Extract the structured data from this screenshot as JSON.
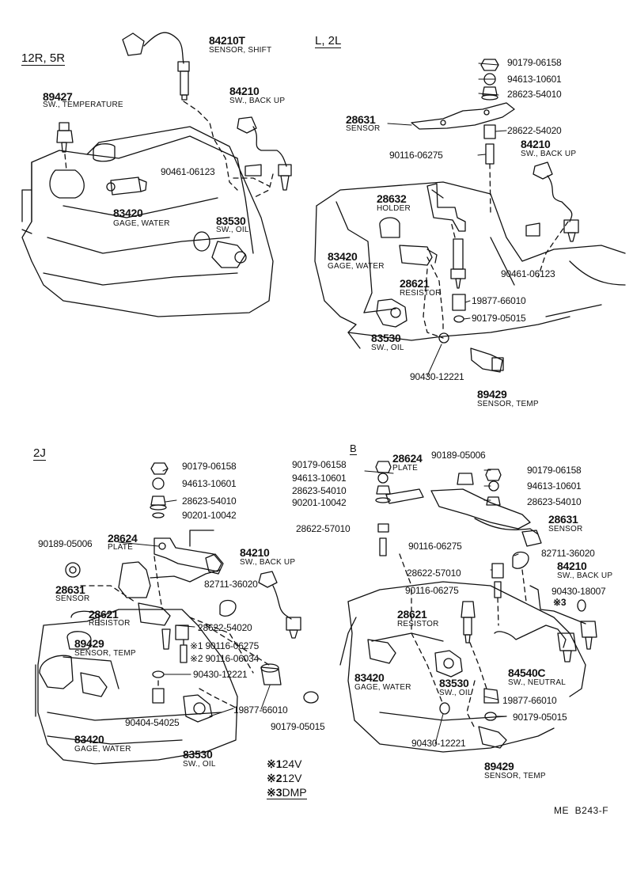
{
  "reference": "ME  B243-F",
  "sections": {
    "s1": "12R, 5R",
    "s2": "L, 2L",
    "s3": "2J",
    "s4": "B"
  },
  "footnotes": [
    {
      "mark": "※1",
      "text": "24V"
    },
    {
      "mark": "※2",
      "text": "12V"
    },
    {
      "mark": "※3",
      "text": "DMP"
    }
  ],
  "callouts": {
    "a_84210T": "84210T",
    "a_sensor_shift": "SENSOR, SHIFT",
    "a_89427": "89427",
    "a_sw_temp": "SW., TEMPERATURE",
    "a_84210": "84210",
    "a_sw_backup": "SW., BACK UP",
    "a_90461": "90461-06123",
    "a_83420": "83420",
    "a_gage_water": "GAGE, WATER",
    "a_83530": "83530",
    "a_sw_oil": "SW., OIL",
    "b_90179_06158": "90179-06158",
    "b_94613_10601": "94613-10601",
    "b_28623_54010": "28623-54010",
    "b_28631": "28631",
    "b_sensor": "SENSOR",
    "b_28622_54020": "28622-54020",
    "b_90116_06275": "90116-06275",
    "b_84210": "84210",
    "b_sw_backup": "SW., BACK UP",
    "b_28632": "28632",
    "b_holder": "HOLDER",
    "b_83420": "83420",
    "b_gage_water": "GAGE, WATER",
    "b_28621": "28621",
    "b_resistor": "RESISTOR",
    "b_90461": "90461-06123",
    "b_19877": "19877-66010",
    "b_90179_05015": "90179-05015",
    "b_83530": "83530",
    "b_sw_oil": "SW., OIL",
    "b_90430": "90430-12221",
    "b_89429": "89429",
    "b_sensor_temp": "SENSOR, TEMP",
    "c_90179_06158": "90179-06158",
    "c_94613_10601": "94613-10601",
    "c_28623_54010": "28623-54010",
    "c_90201_10042": "90201-10042",
    "c_90189_05006": "90189-05006",
    "c_28624": "28624",
    "c_plate": "PLATE",
    "c_84210": "84210",
    "c_sw_backup": "SW., BACK UP",
    "c_28631": "28631",
    "c_sensor": "SENSOR",
    "c_82711": "82711-36020",
    "c_28621": "28621",
    "c_resistor": "RESISTOR",
    "c_28622_54020": "28622-54020",
    "c_89429": "89429",
    "c_sensor_temp": "SENSOR, TEMP",
    "c_90116_06275": "※1 90116-06275",
    "c_90116_06034": "※2 90116-06034",
    "c_90430": "90430-12221",
    "c_19877": "19877-66010",
    "c_90404": "90404-54025",
    "c_90179_05015": "90179-05015",
    "c_83420": "83420",
    "c_gage_water": "GAGE, WATER",
    "c_83530": "83530",
    "c_sw_oil": "SW., OIL",
    "d_90179_06158": "90179-06158",
    "d_28624": "28624",
    "d_plate": "PLATE",
    "d_90189_05006": "90189-05006",
    "d_90179_06158r": "90179-06158",
    "d_94613_10601": "94613-10601",
    "d_94613_10601r": "94613-10601",
    "d_28623_54010": "28623-54010",
    "d_28623_54010r": "28623-54010",
    "d_90201_10042": "90201-10042",
    "d_28631": "28631",
    "d_sensor": "SENSOR",
    "d_28622_57010": "28622-57010",
    "d_90116_06275": "90116-06275",
    "d_82711": "82711-36020",
    "d_28622_57010b": "28622-57010",
    "d_84210": "84210",
    "d_sw_backup": "SW., BACK UP",
    "d_90116_06275b": "90116-06275",
    "d_90430_18007": "90430-18007",
    "d_mark3": "※3",
    "d_28621": "28621",
    "d_resistor": "RESISTOR",
    "d_84540C": "84540C",
    "d_sw_neutral": "SW., NEUTRAL",
    "d_83420": "83420",
    "d_gage_water": "GAGE, WATER",
    "d_83530": "83530",
    "d_sw_oil": "SW., OIL",
    "d_19877": "19877-66010",
    "d_90179_05015": "90179-05015",
    "d_90430": "90430-12221",
    "d_89429": "89429",
    "d_sensor_temp": "SENSOR, TEMP"
  }
}
